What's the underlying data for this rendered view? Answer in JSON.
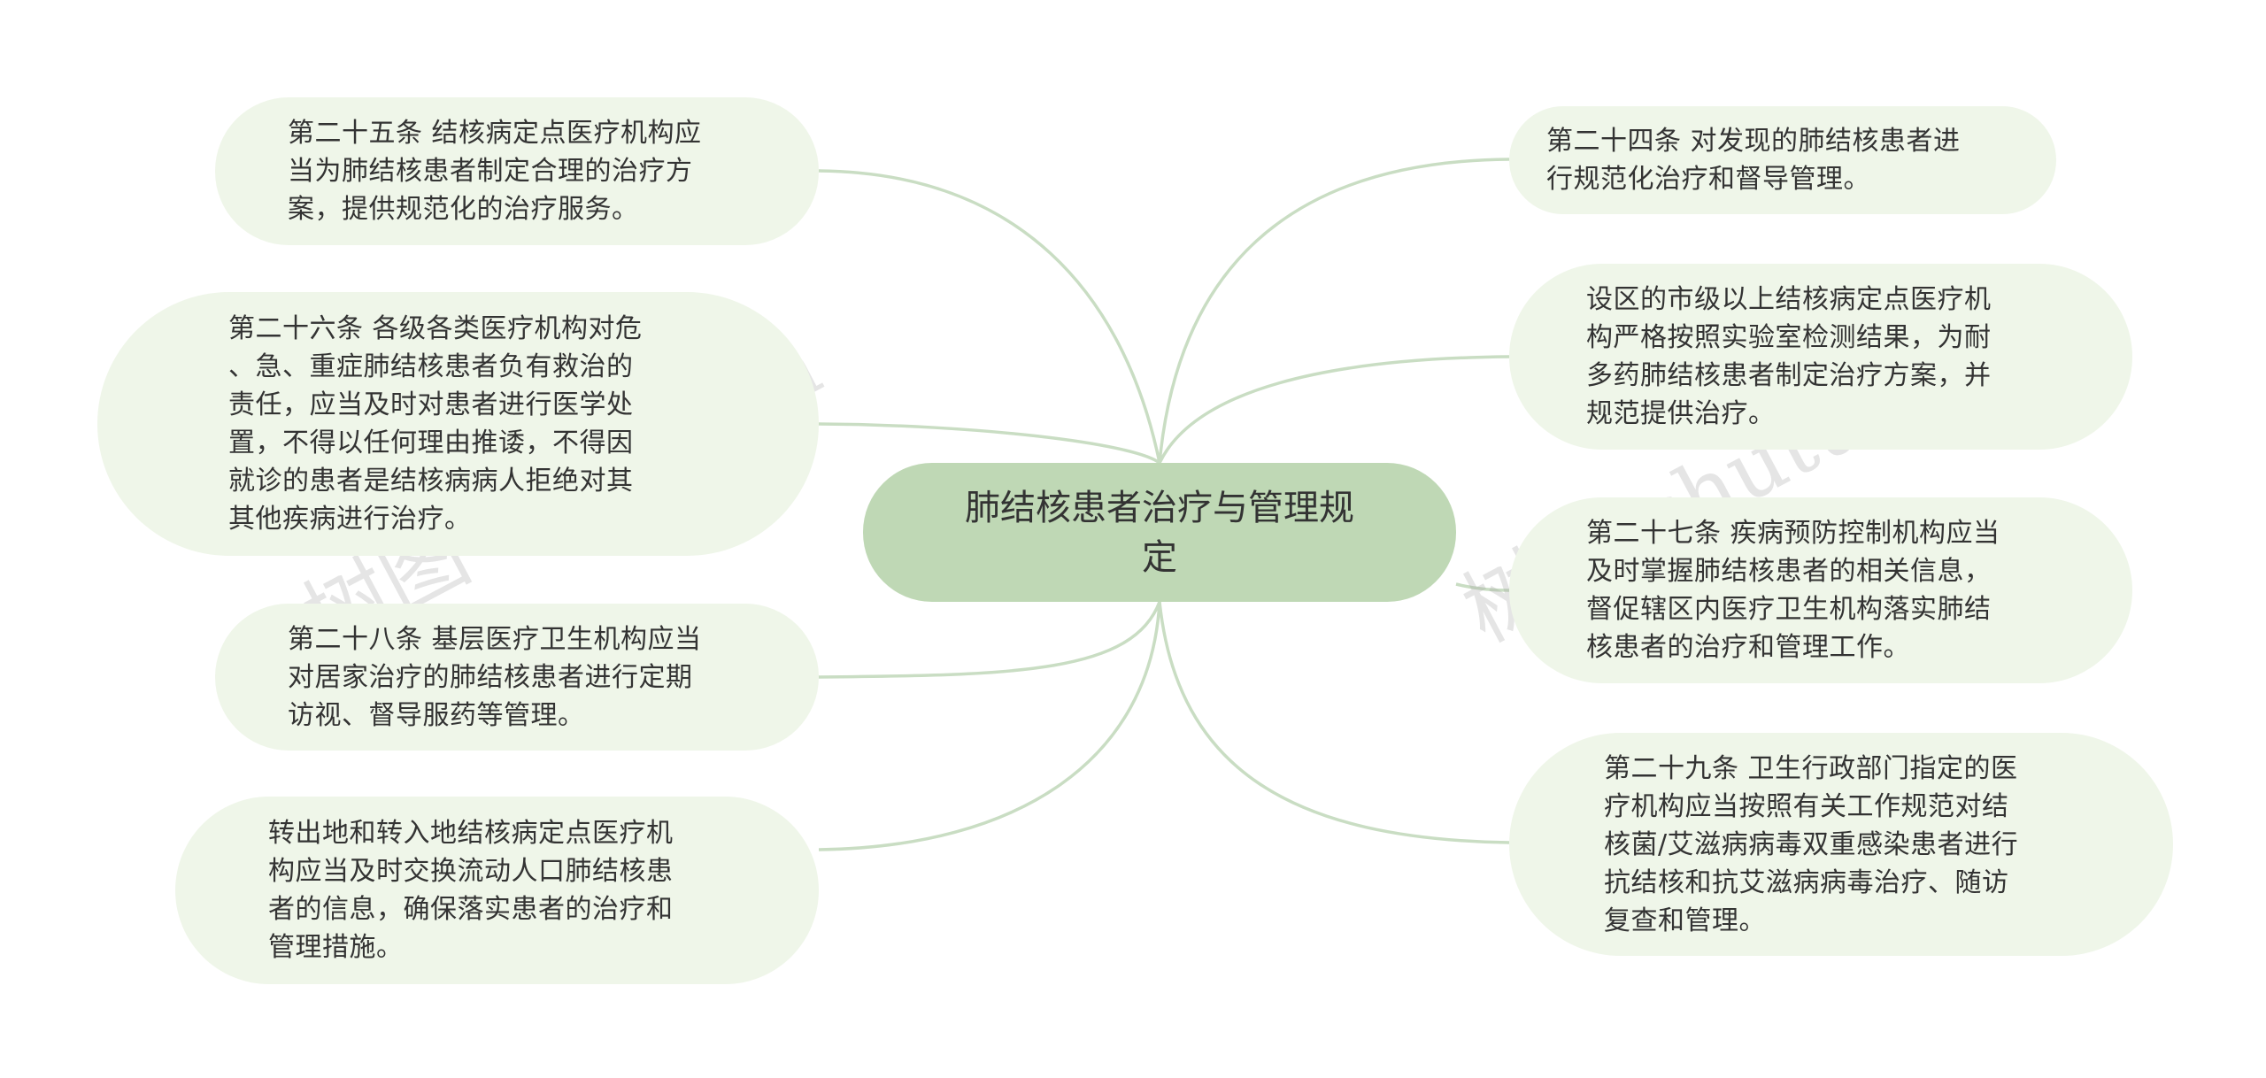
{
  "center": {
    "title": "肺结核患者治疗与管理规\n定"
  },
  "nodes": [
    {
      "id": "art25",
      "text": "第二十五条 结核病定点医疗机构应\n当为肺结核患者制定合理的治疗方\n案，提供规范化的治疗服务。"
    },
    {
      "id": "art26",
      "text": "第二十六条 各级各类医疗机构对危\n、急、重症肺结核患者负有救治的\n责任，应当及时对患者进行医学处\n置，不得以任何理由推诿，不得因\n就诊的患者是结核病病人拒绝对其\n其他疾病进行治疗。"
    },
    {
      "id": "art28",
      "text": "第二十八条 基层医疗卫生机构应当\n对居家治疗的肺结核患者进行定期\n访视、督导服药等管理。"
    },
    {
      "id": "transfer",
      "text": "转出地和转入地结核病定点医疗机\n构应当及时交换流动人口肺结核患\n者的信息，确保落实患者的治疗和\n管理措施。"
    },
    {
      "id": "art24",
      "text": "第二十四条 对发现的肺结核患者进\n行规范化治疗和督导管理。"
    },
    {
      "id": "city",
      "text": "设区的市级以上结核病定点医疗机\n构严格按照实验室检测结果，为耐\n多药肺结核患者制定治疗方案，并\n规范提供治疗。"
    },
    {
      "id": "art27",
      "text": "第二十七条 疾病预防控制机构应当\n及时掌握肺结核患者的相关信息，\n督促辖区内医疗卫生机构落实肺结\n核患者的治疗和管理工作。"
    },
    {
      "id": "art29",
      "text": "第二十九条 卫生行政部门指定的医\n疗机构应当按照有关工作规范对结\n核菌/艾滋病病毒双重感染患者进行\n抗结核和抗艾滋病病毒治疗、随访\n复查和管理。"
    }
  ],
  "watermarks": [
    "树图 shutu.cn",
    "树图 shutu.cn"
  ],
  "colors": {
    "node_bg": "#eff6e9",
    "center_bg": "#bfd8b5",
    "edge": "#c9ddc3",
    "text": "#333333"
  }
}
